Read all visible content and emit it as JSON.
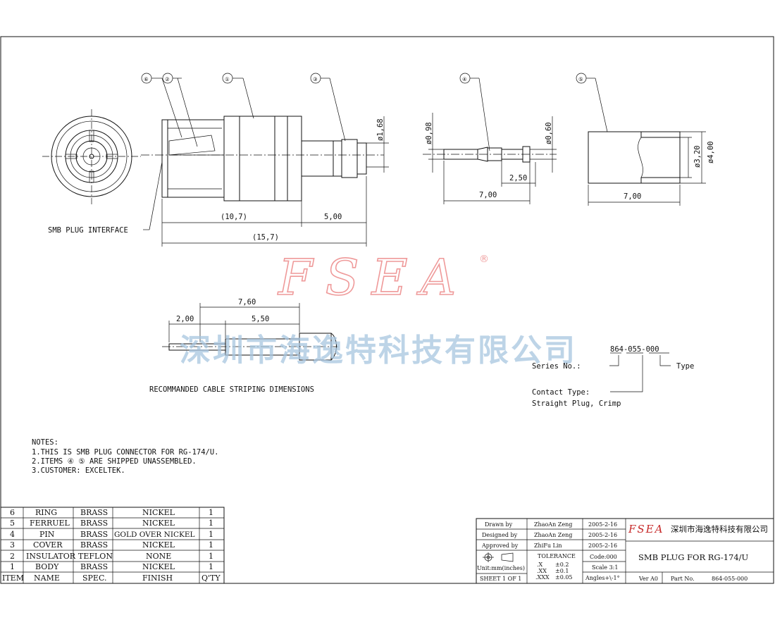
{
  "watermark": {
    "brand": "FSEA",
    "registered": "®",
    "company_cn": "深圳市海逸特科技有限公司"
  },
  "callouts": [
    "⑥",
    "②",
    "①",
    "③",
    "④",
    "⑤"
  ],
  "dims": {
    "d168": "ø1,68",
    "d098": "ø0,98",
    "d060": "ø0,60",
    "d320": "ø3,20",
    "d400": "ø4,00",
    "len107": "(10,7)",
    "len500": "5,00",
    "len157": "(15,7)",
    "len250": "2,50",
    "len700a": "7,00",
    "len700b": "7,00",
    "strip760": "7,60",
    "strip200": "2,00",
    "strip550": "5,50"
  },
  "labels": {
    "interface": "SMB PLUG INTERFACE",
    "striping": "RECOMMANDED CABLE STRIPING DIMENSIONS"
  },
  "part_number": {
    "code": "864-055-000",
    "series": "Series No.:",
    "type": "Type",
    "contact_type": "Contact Type:",
    "contact_value": "Straight Plug, Crimp"
  },
  "notes": {
    "title": "NOTES:",
    "lines": [
      "1.THIS IS SMB PLUG CONNECTOR FOR RG-174/U.",
      "2.ITEMS ④ ⑤ ARE SHIPPED UNASSEMBLED.",
      "3.CUSTOMER: EXCELTEK."
    ]
  },
  "bom": {
    "headers": [
      "ITEM",
      "NAME",
      "SPEC.",
      "FINISH",
      "Q'TY"
    ],
    "rows": [
      [
        "6",
        "RING",
        "BRASS",
        "NICKEL",
        "1"
      ],
      [
        "5",
        "FERRUEL",
        "BRASS",
        "NICKEL",
        "1"
      ],
      [
        "4",
        "PIN",
        "BRASS",
        "GOLD OVER NICKEL",
        "1"
      ],
      [
        "3",
        "COVER",
        "BRASS",
        "NICKEL",
        "1"
      ],
      [
        "2",
        "INSULATOR",
        "TEFLON",
        "NONE",
        "1"
      ],
      [
        "1",
        "BODY",
        "BRASS",
        "NICKEL",
        "1"
      ]
    ]
  },
  "title_block": {
    "drawn_by_label": "Drawn  by",
    "drawn_by": "ZhaoAn Zeng",
    "drawn_date": "2005-2-16",
    "designed_by_label": "Designed  by",
    "designed_by": "ZhaoAn Zeng",
    "designed_date": "2005-2-16",
    "approved_by_label": "Approved by",
    "approved_by": "ZhiFu Lin",
    "approved_date": "2005-2-16",
    "tolerance_label": "TOLERANCE",
    "tol_x": ".X",
    "tol_x_val": "±0.2",
    "tol_xx": ".XX",
    "tol_xx_val": "±0.1",
    "tol_xxx": ".XXX",
    "tol_xxx_val": "±0.05",
    "units": "Unit:mm(inches)",
    "sheet": "SHEET  1  OF  1",
    "code": "Code:000",
    "scale": "Scale  3:1",
    "angles": "Angles+\\-1°",
    "company_logo": "FSEA",
    "company_name": "深圳市海逸特科技有限公司",
    "title": "SMB  PLUG  FOR  RG-174/U",
    "ver": "Ver A0",
    "part_no_label": "Part  No.",
    "part_no": "864-055-000"
  }
}
